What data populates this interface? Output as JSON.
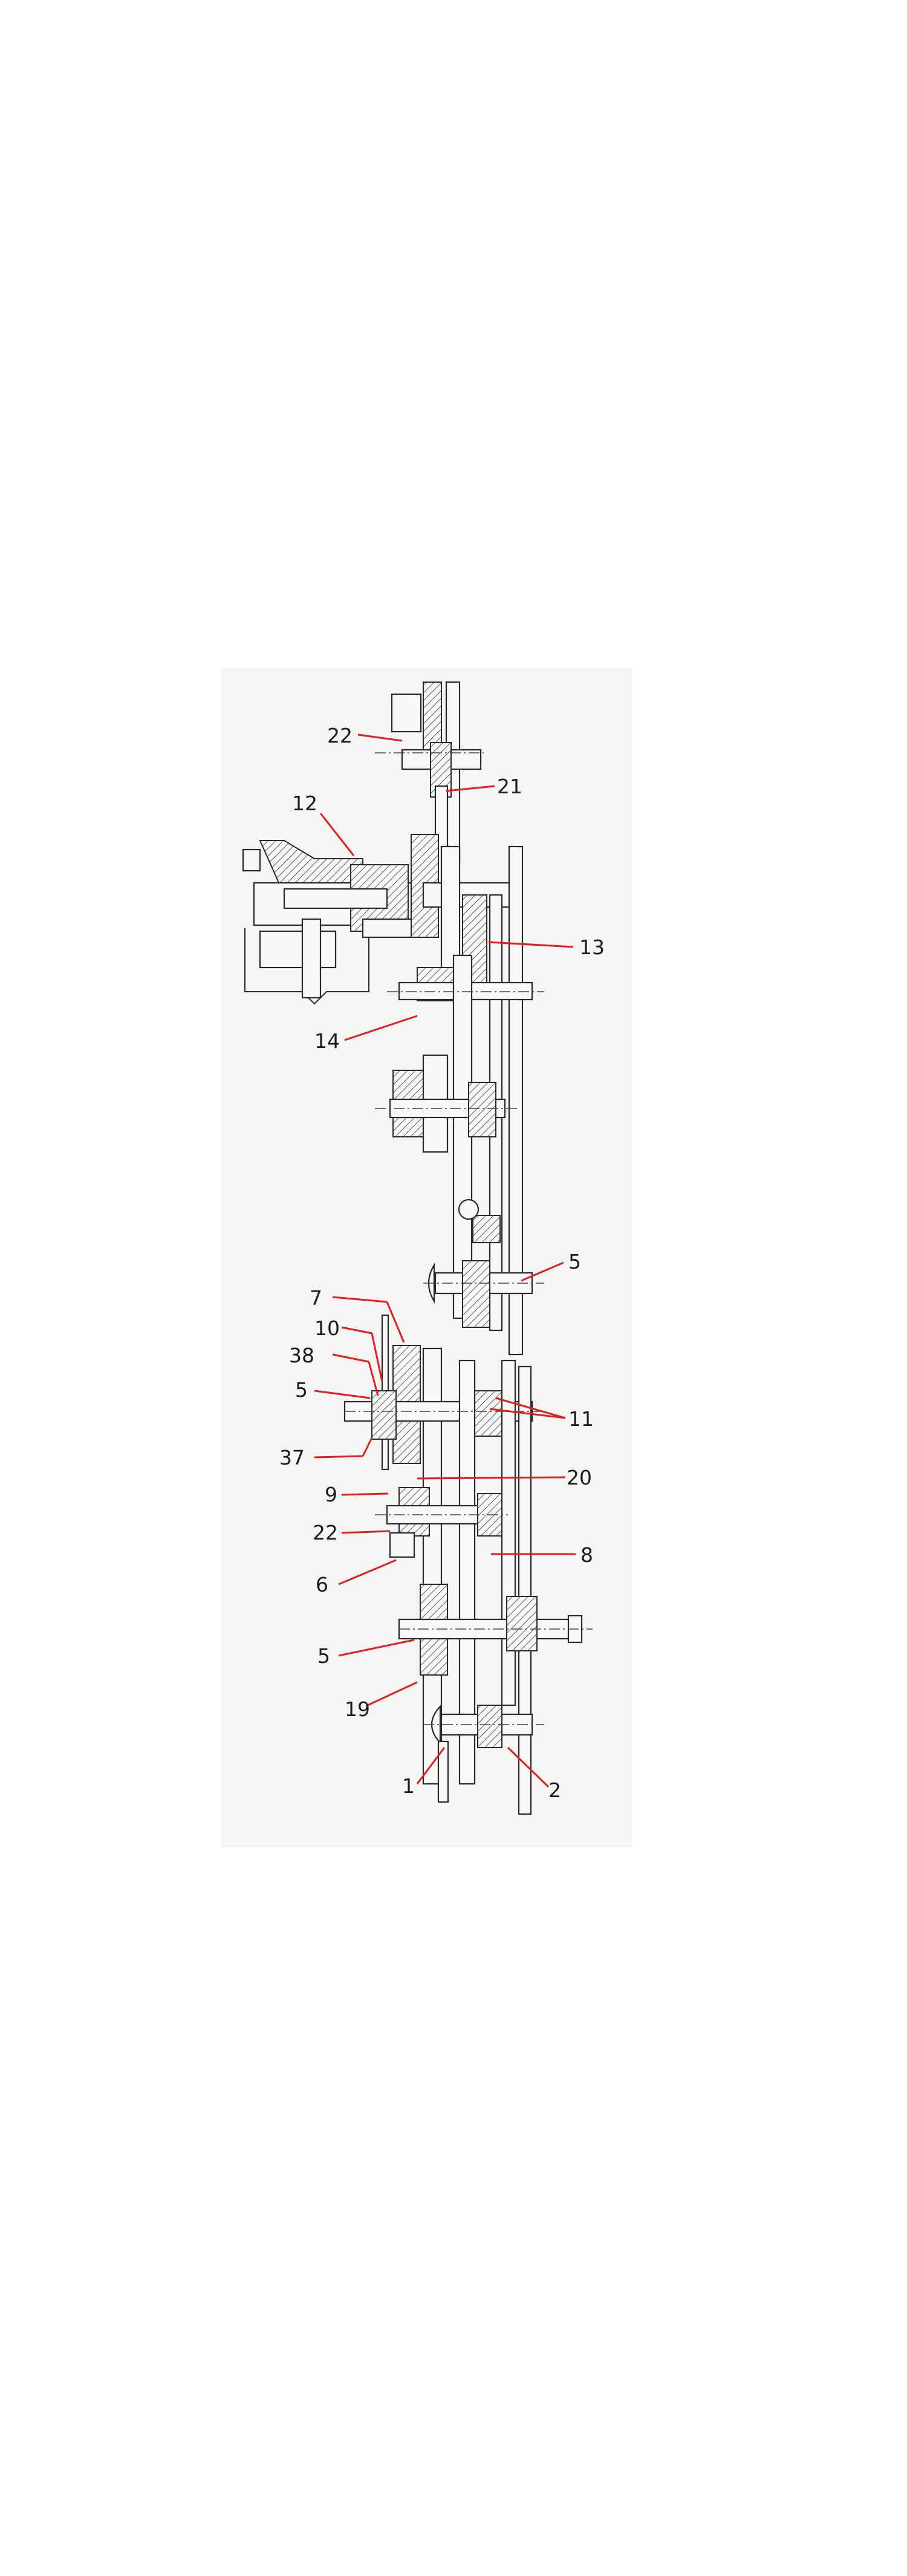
{
  "callouts": [
    {
      "id": "c22a",
      "text": "22"
    },
    {
      "id": "c21",
      "text": "21"
    },
    {
      "id": "c12",
      "text": "12"
    },
    {
      "id": "c13",
      "text": "13"
    },
    {
      "id": "c14",
      "text": "14"
    },
    {
      "id": "c5a",
      "text": "5"
    },
    {
      "id": "c7",
      "text": "7"
    },
    {
      "id": "c10",
      "text": "10"
    },
    {
      "id": "c38",
      "text": "38"
    },
    {
      "id": "c5b",
      "text": "5"
    },
    {
      "id": "c11",
      "text": "11"
    },
    {
      "id": "c37",
      "text": "37"
    },
    {
      "id": "c20",
      "text": "20"
    },
    {
      "id": "c9",
      "text": "9"
    },
    {
      "id": "c22b",
      "text": "22"
    },
    {
      "id": "c8",
      "text": "8"
    },
    {
      "id": "c6",
      "text": "6"
    },
    {
      "id": "c5c",
      "text": "5"
    },
    {
      "id": "c19",
      "text": "19"
    },
    {
      "id": "c1",
      "text": "1"
    },
    {
      "id": "c2",
      "text": "2"
    }
  ],
  "colors": {
    "leader": "#e02020",
    "outline": "#2a2a2a",
    "panel": "#f5f5f3"
  }
}
